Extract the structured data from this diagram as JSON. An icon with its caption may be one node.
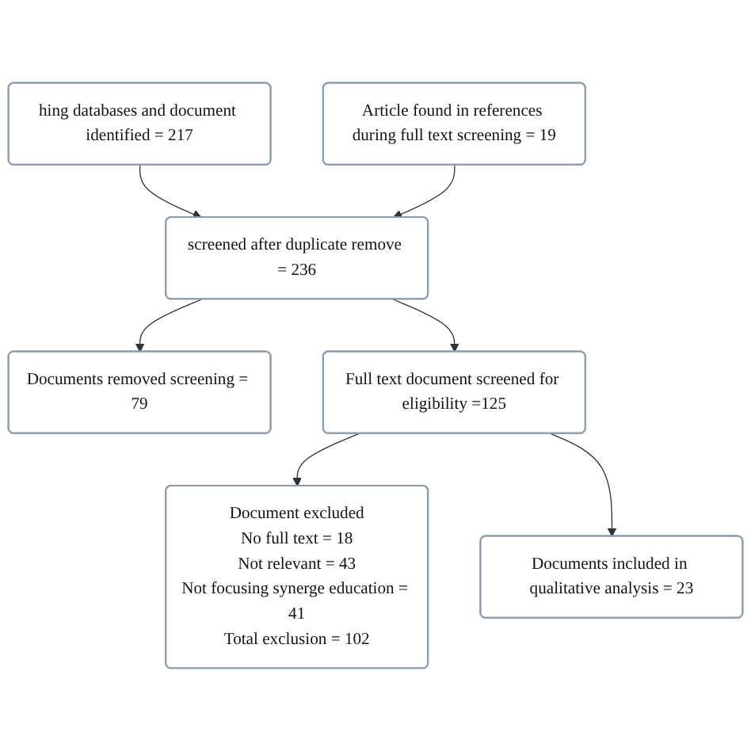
{
  "diagram": {
    "nodes": [
      {
        "text": [
          "hing databases and document identified = 217"
        ]
      },
      {
        "text": [
          "Article found in references during full text screening = 19"
        ]
      },
      {
        "text": [
          "screened after duplicate remove = 236"
        ]
      },
      {
        "text": [
          "Documents removed screening = 79"
        ]
      },
      {
        "text": [
          "Full text document screened for eligibility =125"
        ]
      },
      {
        "text": [
          "Document excluded",
          "No full text = 18",
          "Not relevant = 43",
          "Not focusing synerge education = 41",
          "Total exclusion = 102"
        ]
      },
      {
        "text": [
          "Documents included in qualitative analysis = 23"
        ]
      }
    ],
    "edges": [
      {
        "from": 0,
        "to": 2,
        "arrow": "to"
      },
      {
        "from": 1,
        "to": 2,
        "arrow": "to"
      },
      {
        "from": 2,
        "to": 3,
        "arrow": "to"
      },
      {
        "from": 2,
        "to": 4,
        "arrow": "to"
      },
      {
        "from": 4,
        "to": 5,
        "arrow": "to"
      },
      {
        "from": 4,
        "to": 6,
        "arrow": "to"
      }
    ]
  }
}
